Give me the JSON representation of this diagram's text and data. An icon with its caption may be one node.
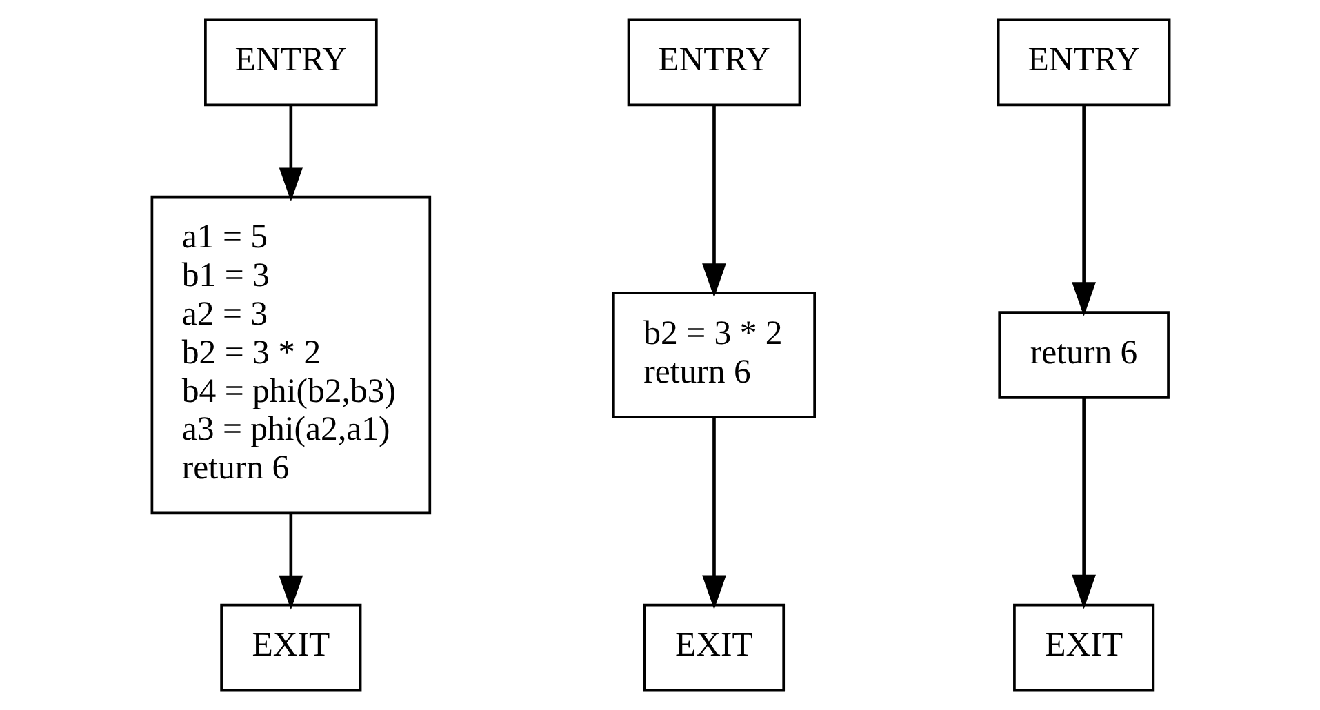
{
  "diagram": {
    "nodes": [
      {
        "text": [
          "ENTRY"
        ]
      },
      {
        "text": [
          "a1 = 5",
          "b1 = 3",
          "a2 = 3",
          "b2 = 3 * 2",
          "b4 = phi(b2,b3)",
          "a3 = phi(a2,a1)",
          "return 6"
        ]
      },
      {
        "text": [
          "EXIT"
        ]
      },
      {
        "text": [
          "ENTRY"
        ]
      },
      {
        "text": [
          "b2 = 3 * 2",
          "return 6"
        ]
      },
      {
        "text": [
          "EXIT"
        ]
      },
      {
        "text": [
          "ENTRY"
        ]
      },
      {
        "text": [
          "return 6"
        ]
      },
      {
        "text": [
          "EXIT"
        ]
      }
    ],
    "edges": [
      {
        "from": 0,
        "to": 1,
        "arrow": "to"
      },
      {
        "from": 1,
        "to": 2,
        "arrow": "to"
      },
      {
        "from": 3,
        "to": 4,
        "arrow": "to"
      },
      {
        "from": 4,
        "to": 5,
        "arrow": "to"
      },
      {
        "from": 6,
        "to": 7,
        "arrow": "to"
      },
      {
        "from": 7,
        "to": 8,
        "arrow": "to"
      }
    ]
  }
}
